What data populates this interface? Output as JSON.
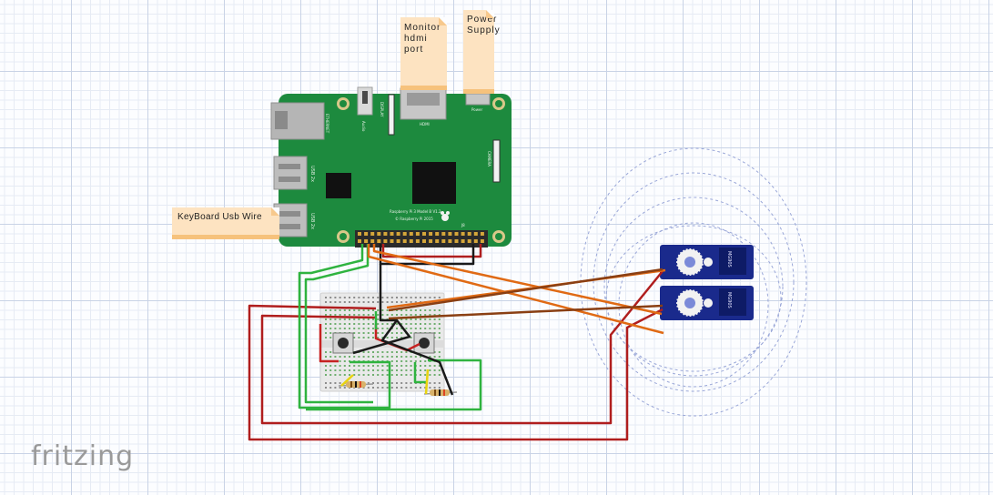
{
  "notes": {
    "monitor": "Monitor hdmi port",
    "power": "Power Supply",
    "keyboard": "KeyBoard Usb Wire"
  },
  "board": {
    "ethernet_label": "ETHERNET",
    "usb_label_1": "USB 2x",
    "usb_label_2": "USB 2x",
    "audio_label": "Audio",
    "hdmi_label": "HDMI",
    "power_label": "Power",
    "display_label": "DISPLAY",
    "camera_label": "CAMERA",
    "model_text": "Raspberry Pi 3 Model B V1.2",
    "copyright_text": "© Raspberry Pi 2015",
    "gpio_label": "J8"
  },
  "servos": [
    {
      "label": "MG90S"
    },
    {
      "label": "MG90S"
    }
  ],
  "logo": "fritzing",
  "colors": {
    "board": "#1d8a3e",
    "wire_red": "#b01e1e",
    "wire_green": "#2fb33f",
    "wire_black": "#1a1a1a",
    "wire_orange": "#e06a14",
    "wire_brown": "#8a3f13",
    "servo": "#1a2a8c",
    "note": "#fde3c1"
  }
}
